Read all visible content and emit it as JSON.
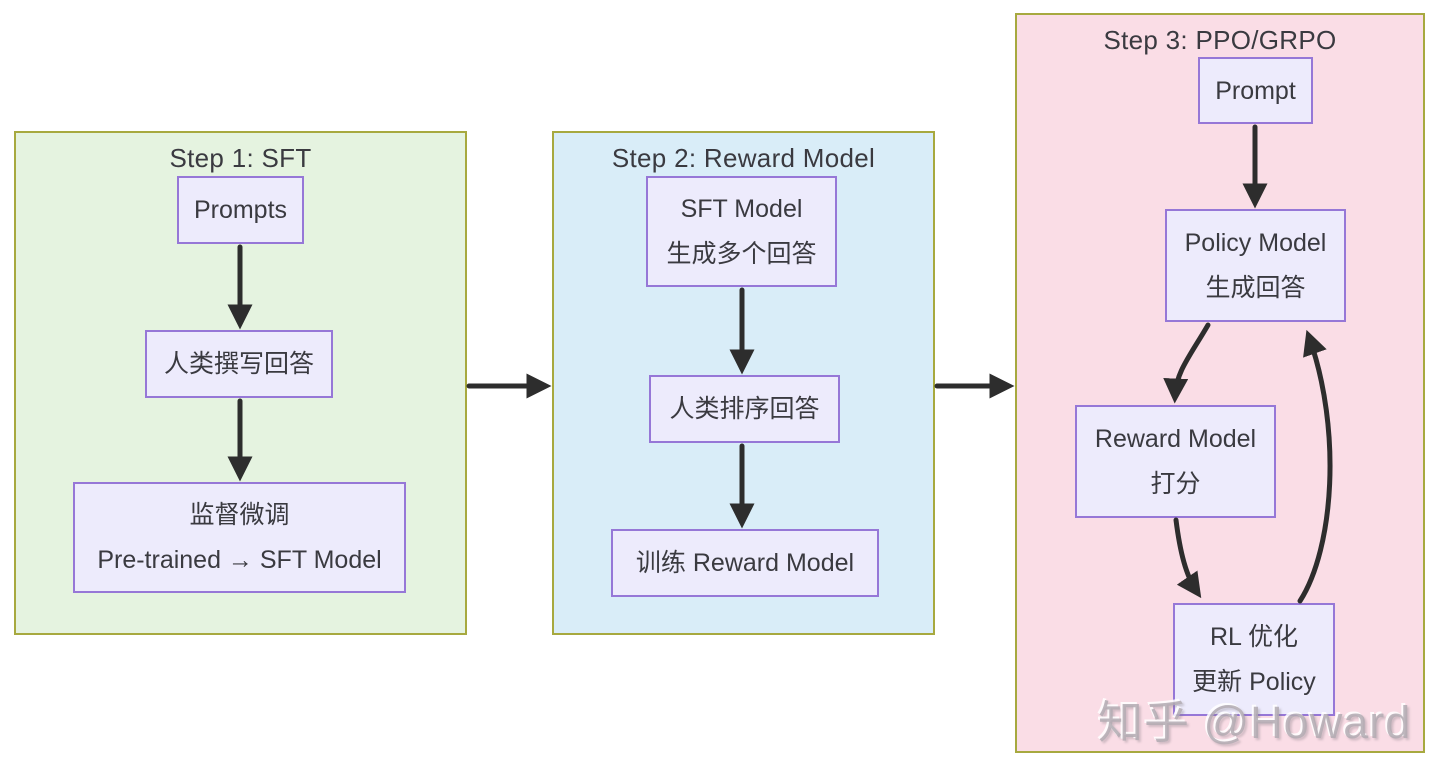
{
  "diagram": {
    "type": "flowchart",
    "topic": "RLHF training pipeline (SFT, Reward Model, PPO/GRPO)"
  },
  "colors": {
    "panel_border": "#a7a93f",
    "step1_fill": "#e5f3e0",
    "step2_fill": "#d9edf8",
    "step3_fill": "#fadde6",
    "node_fill": "#edebfc",
    "node_border": "#9677d7",
    "arrow": "#2d2d2d",
    "text": "#3a3a40"
  },
  "panels": [
    {
      "title": "Step 1: SFT",
      "boxes": [
        {
          "lines": [
            "Prompts"
          ]
        },
        {
          "lines": [
            "人类撰写回答"
          ]
        },
        {
          "lines": [
            "监督微调",
            "Pre-trained → SFT Model"
          ]
        }
      ]
    },
    {
      "title": "Step 2: Reward Model",
      "boxes": [
        {
          "lines": [
            "SFT Model",
            "生成多个回答"
          ]
        },
        {
          "lines": [
            "人类排序回答"
          ]
        },
        {
          "lines": [
            "训练 Reward Model"
          ]
        }
      ]
    },
    {
      "title": "Step 3: PPO/GRPO",
      "boxes": [
        {
          "lines": [
            "Prompt"
          ]
        },
        {
          "lines": [
            "Policy Model",
            "生成回答"
          ]
        },
        {
          "lines": [
            "Reward Model",
            "打分"
          ]
        },
        {
          "lines": [
            "RL 优化",
            "更新 Policy"
          ]
        }
      ]
    }
  ],
  "watermark": "知乎 @Howard"
}
